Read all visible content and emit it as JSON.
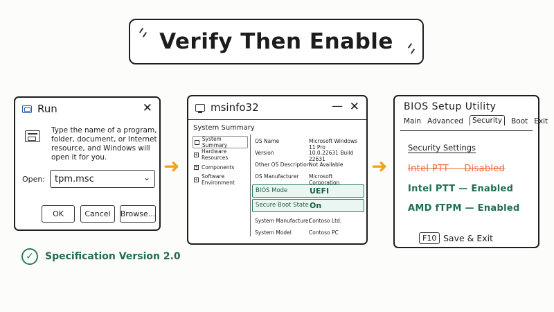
{
  "headline": "Verify Then Enable",
  "run_dialog": {
    "title": "Run",
    "description": "Type the name of a program, folder, document, or Internet resource, and Windows will open it for you.",
    "open_label": "Open:",
    "open_value": "tpm.msc",
    "buttons": {
      "ok": "OK",
      "cancel": "Cancel",
      "browse": "Browse..."
    }
  },
  "spec_note": "Specification Version 2.0",
  "msinfo": {
    "title": "msinfo32",
    "section": "System Summary",
    "tree": [
      {
        "label": "System Summary",
        "expander": ""
      },
      {
        "label": "Hardware Resources",
        "expander": "+"
      },
      {
        "label": "Components",
        "expander": "+"
      },
      {
        "label": "Software Environment",
        "expander": "+"
      }
    ],
    "rows": [
      {
        "key": "OS Name",
        "value": "Microsoft Windows 11 Pro"
      },
      {
        "key": "Version",
        "value": "10.0.22631 Build 22631"
      },
      {
        "key": "Other OS Description",
        "value": "Not Available"
      },
      {
        "key": "OS Manufacturer",
        "value": "Microsoft Corporation"
      },
      {
        "key": "BIOS Mode",
        "value": "UEFI"
      },
      {
        "key": "Secure Boot State",
        "value": "On"
      },
      {
        "key": "System Manufacturer",
        "value": "Contoso Ltd."
      },
      {
        "key": "System Model",
        "value": "Contoso PC"
      }
    ]
  },
  "bios": {
    "title": "BIOS Setup Utility",
    "tabs": [
      "Main",
      "Advanced",
      "Security",
      "Boot",
      "Exit"
    ],
    "active_tab": "Security",
    "section": "Security Settings",
    "settings": [
      {
        "text": "Intel PTT — Disabled",
        "state": "old"
      },
      {
        "text": "Intel PTT — Enabled",
        "state": "new"
      },
      {
        "text": "AMD fTPM — Enabled",
        "state": "new"
      }
    ],
    "key_label": "F10",
    "key_action": "Save & Exit"
  },
  "colors": {
    "green": "#1f6e4d",
    "orange": "#ec6a3c",
    "arrow": "#f2a21b",
    "blue": "#2b5fa8"
  }
}
